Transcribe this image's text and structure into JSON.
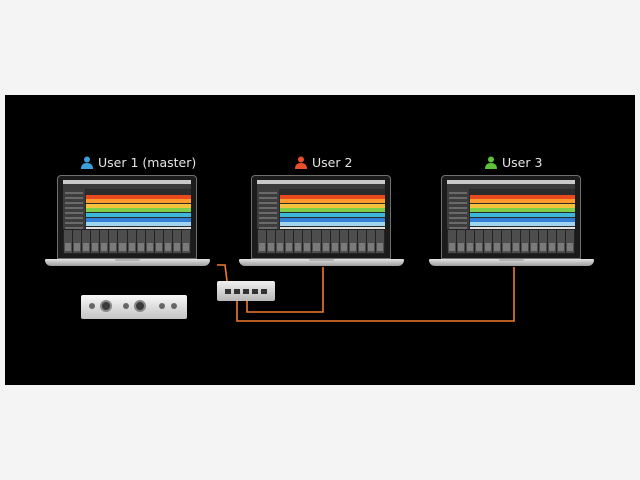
{
  "users": [
    {
      "label": "User 1 (master)",
      "color": "#3aa0dc"
    },
    {
      "label": "User 2",
      "color": "#e8502a"
    },
    {
      "label": "User 3",
      "color": "#5cc23a"
    }
  ],
  "colors": {
    "background": "#000000",
    "cable": "#f07a2c",
    "track_colors": [
      "#2d2d2d",
      "#e84a1e",
      "#ff9a2e",
      "#f5c23b",
      "#7dcf4a",
      "#3db7d8",
      "#2f7fd6",
      "#9fd3ee",
      "#e0e0e0"
    ]
  }
}
